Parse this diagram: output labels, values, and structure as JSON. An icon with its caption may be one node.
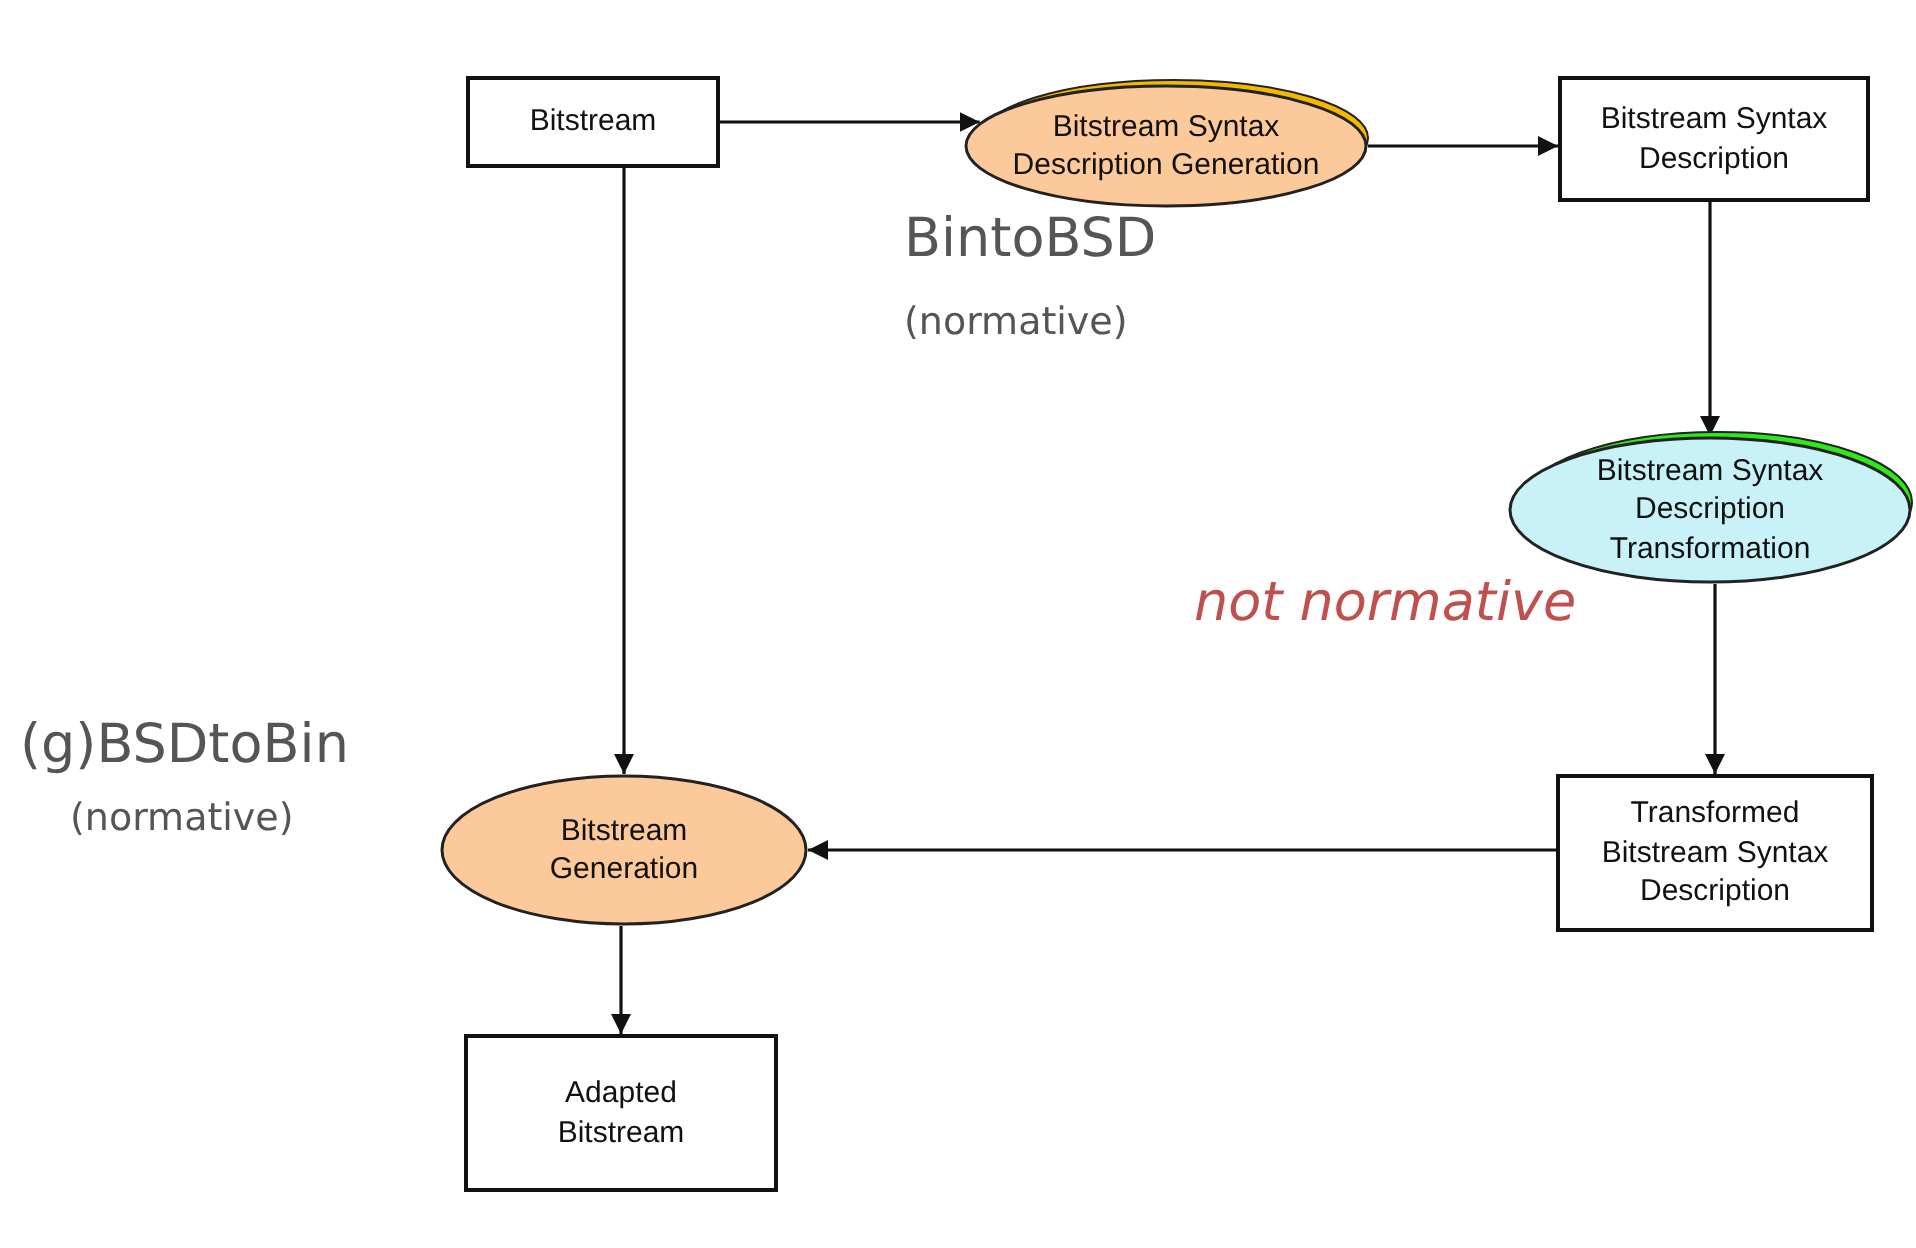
{
  "diagram": {
    "nodes": [
      {
        "text": [
          "Bitstream"
        ]
      },
      {
        "text": [
          "Bitstream Syntax Description Generation"
        ]
      },
      {
        "text": [
          "Bitstream Syntax Description"
        ]
      },
      {
        "text": [
          "Bitstream Syntax Description Transformation"
        ]
      },
      {
        "text": [
          "Transformed Bitstream Syntax Description"
        ]
      },
      {
        "text": [
          "Bitstream Generation"
        ]
      },
      {
        "text": [
          "Adapted Bitstream"
        ]
      }
    ],
    "edges": [
      {
        "from": 0,
        "to": 1,
        "arrow": "to"
      },
      {
        "from": 1,
        "to": 2,
        "arrow": "to"
      },
      {
        "from": 2,
        "to": 3,
        "arrow": "to"
      },
      {
        "from": 3,
        "to": 4,
        "arrow": "to"
      },
      {
        "from": 4,
        "to": 5,
        "arrow": "to"
      },
      {
        "from": 0,
        "to": 5,
        "arrow": "to"
      },
      {
        "from": 5,
        "to": 6,
        "arrow": "to"
      }
    ],
    "labels": [
      "BintoBSD",
      "(normative)",
      "not normative",
      "(g)BSDtoBin",
      "(normative)"
    ]
  }
}
